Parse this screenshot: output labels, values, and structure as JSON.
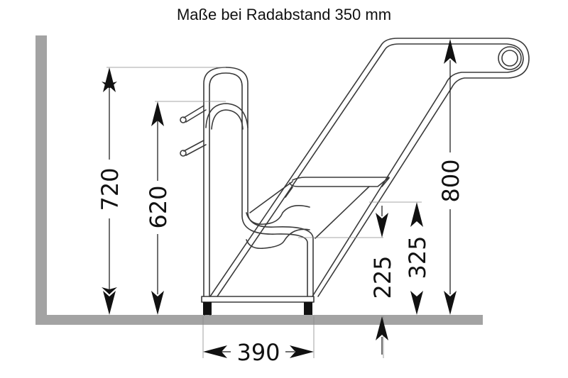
{
  "title": "Maße bei Radabstand 350 mm",
  "dimensions": {
    "h720": "720",
    "h620": "620",
    "h225": "225",
    "h325": "325",
    "h800": "800",
    "w390": "390"
  },
  "colors": {
    "ground": "#a3a3a3",
    "line": "#3a3a3a",
    "text": "#111111"
  }
}
